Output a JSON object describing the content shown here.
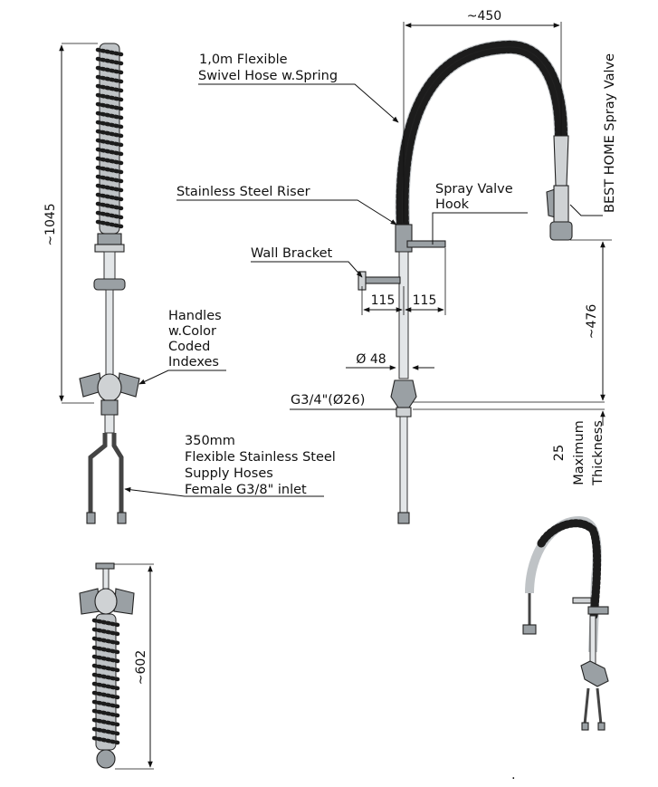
{
  "labels": {
    "hose": [
      "1,0m Flexible",
      "Swivel Hose w.Spring"
    ],
    "riser": "Stainless Steel Riser",
    "hook": [
      "Spray Valve",
      "Hook"
    ],
    "bracket": "Wall Bracket",
    "handles": [
      "Handles",
      "w.Color",
      "Coded",
      "Indexes"
    ],
    "supply": [
      "350mm",
      "Flexible Stainless Steel",
      "Supply Hoses",
      "Female G3/8\" inlet"
    ],
    "spray_valve": "BEST HOME Spray Valve",
    "thickness": [
      "25",
      "Maximum",
      "Thickness"
    ]
  },
  "dimensions": {
    "reach": "~450",
    "height_side": "~1045",
    "valve_height": "~476",
    "bracket_left": "115",
    "bracket_right": "115",
    "riser_dia": "Ø 48",
    "inlet": "G3/4\"(Ø26)",
    "top_view_len": "~602"
  },
  "footer_mark": "."
}
